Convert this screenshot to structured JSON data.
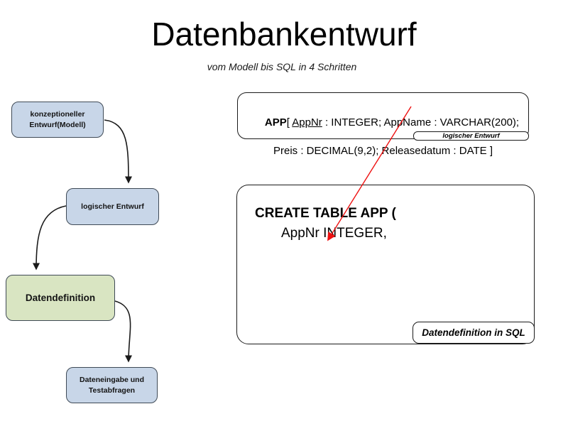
{
  "slide": {
    "title": "Datenbankentwurf",
    "subtitle": "vom Modell bis SQL in 4 Schritten"
  },
  "flowchart": {
    "steps": [
      {
        "lines": [
          "konzeptioneller",
          "Entwurf(Modell)"
        ],
        "fill": "blue"
      },
      {
        "lines": [
          "logischer Entwurf"
        ],
        "fill": "blue"
      },
      {
        "lines": [
          "Datendefinition"
        ],
        "fill": "green"
      },
      {
        "lines": [
          "Dateneingabe und",
          "Testabfragen"
        ],
        "fill": "blue"
      }
    ]
  },
  "logical_design": {
    "relation_name": "APP",
    "bracket_open": "[ ",
    "primary_key": "AppNr",
    "line1_rest": " : INTEGER; AppName : VARCHAR(200);",
    "line2": "Preis : DECIMAL(9,2); Releasedatum : DATE ]",
    "tab_label": "logischer Entwurf"
  },
  "sql_definition": {
    "line1": "CREATE TABLE APP (",
    "line2": "AppNr INTEGER,",
    "tab_label": "Datendefinition in SQL"
  },
  "colors": {
    "step_blue_fill": "#c8d6e8",
    "step_green_fill": "#d9e5c2",
    "step_border": "#3f4a56",
    "outline_black": "#1a1a1a",
    "pointer_red": "#ee1111",
    "background": "#ffffff"
  }
}
